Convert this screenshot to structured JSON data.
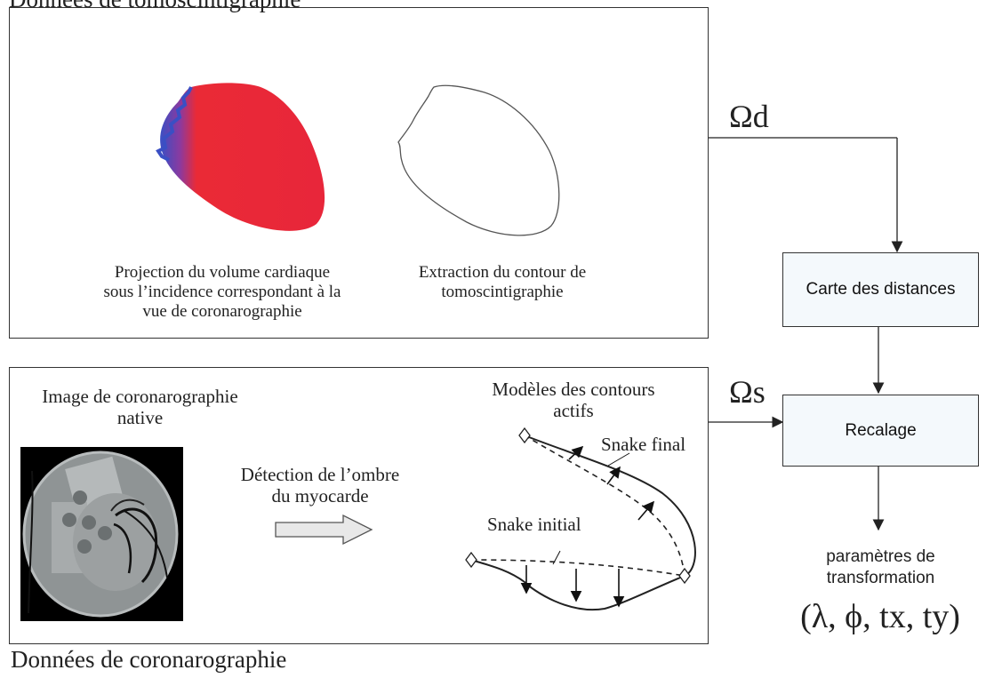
{
  "tomo": {
    "title": "Données de tomoscintigraphie",
    "caption_left": [
      "Projection du volume cardiaque",
      "sous l’incidence correspondant à la",
      "vue de coronarographie"
    ],
    "caption_right": [
      "Extraction du contour de",
      "tomoscintigraphie"
    ]
  },
  "coro": {
    "title": "Données de coronarographie",
    "image_label": [
      "Image de coronarographie",
      "native"
    ],
    "detection_label": [
      "Détection de l’ombre",
      "du myocarde"
    ],
    "models_label": [
      "Modèles des contours",
      "actifs"
    ],
    "snake_final": "Snake final",
    "snake_initial": "Snake initial"
  },
  "flow": {
    "omega_d": "Ωd",
    "omega_s": "Ωs",
    "distance_map": "Carte des distances",
    "registration": "Recalage",
    "params_label": [
      "paramètres de",
      "transformation"
    ],
    "params_formula": "(λ, ϕ, tx, ty)"
  },
  "colors": {
    "heart_red": "#ea2a36",
    "heart_blue": "#3a4fc4",
    "box_fill": "#f4f9fc",
    "line": "#222222"
  }
}
